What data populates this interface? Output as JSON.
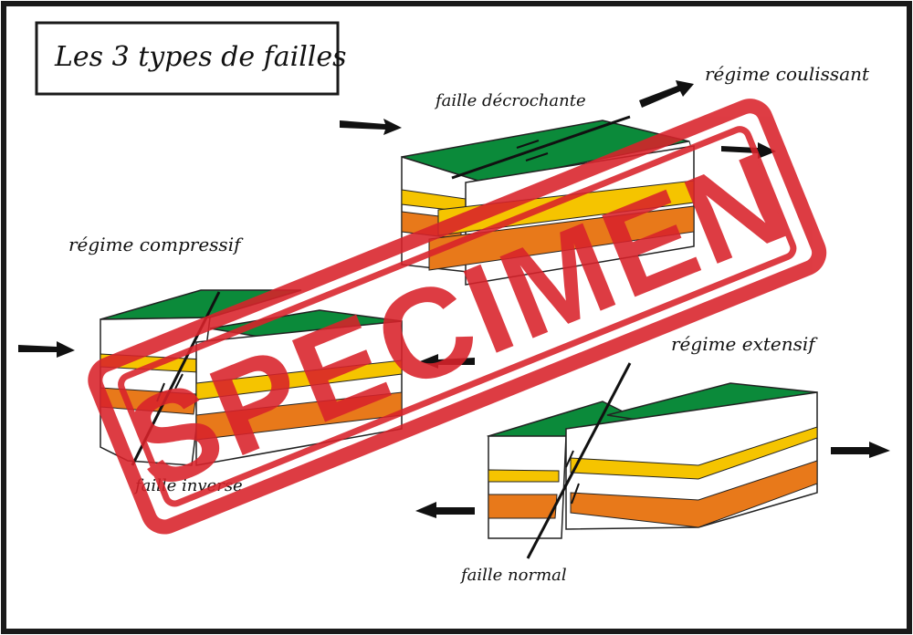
{
  "title": "Les 3 types de failles",
  "labels": {
    "strike_slip_fault": "faille décrochante",
    "sliding_regime": "régime coulissant",
    "compressive_regime": "régime compressif",
    "reverse_fault": "faille inverse",
    "extensive_regime": "régime extensif",
    "normal_fault": "faille normal"
  },
  "stamp": {
    "text": "SPECIMEN",
    "color": "#d9222a"
  },
  "colors": {
    "top": "#0b8a3a",
    "white_layer": "#ffffff",
    "yellow_layer": "#f5c400",
    "orange_layer": "#e8791a",
    "frame": "#1a1a1a"
  }
}
